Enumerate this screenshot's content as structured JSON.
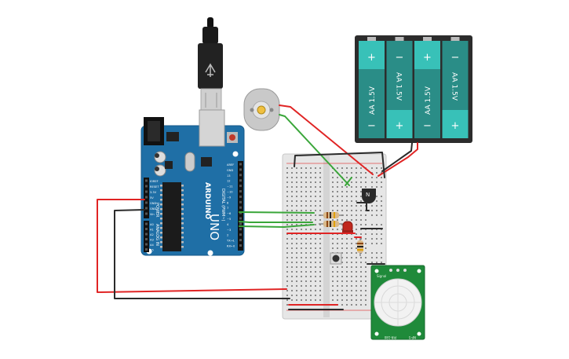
{
  "arduino": {
    "brand": "ARDUINO",
    "model": "UNO",
    "power_header": "POWER",
    "analog_header": "ANALOG IN",
    "digital_header": "DIGITAL (PWM~)",
    "power_pins": [
      "IOREF",
      "RESET",
      "3.3V",
      "5V",
      "GND",
      "GND",
      "Vin"
    ],
    "analog_pins": [
      "A0",
      "A1",
      "A2",
      "A3",
      "A4",
      "A5"
    ],
    "digital_pins": [
      "AREF",
      "GND",
      "13",
      "12",
      "~11",
      "~10",
      "~9",
      "8",
      "7",
      "~6",
      "~5",
      "4",
      "~3",
      "2",
      "TX→1",
      "RX←0"
    ]
  },
  "battery_pack": {
    "cells": [
      {
        "label": "AA 1.5V",
        "top": "+",
        "bottom": "−",
        "color": "#35b4ac"
      },
      {
        "label": "AA 1.5V",
        "top": "−",
        "bottom": "+",
        "color": "#2a8d87"
      },
      {
        "label": "AA 1.5V",
        "top": "+",
        "bottom": "−",
        "color": "#35b4ac"
      },
      {
        "label": "AA 1.5V",
        "top": "−",
        "bottom": "+",
        "color": "#2a8d87"
      }
    ]
  },
  "pir_sensor": {
    "label_top": "Signal",
    "label_bottom": "NP-5",
    "label_bottom2": "PIR-180"
  },
  "transistor": {
    "label": "N"
  },
  "colors": {
    "board": "#1f6fa6",
    "board_dark": "#175a89",
    "breadboard": "#e6e6e6",
    "wire_red": "#e02424",
    "wire_green": "#3aa63a",
    "wire_black": "#2b2b2b",
    "pir_board": "#1f8a3a"
  }
}
